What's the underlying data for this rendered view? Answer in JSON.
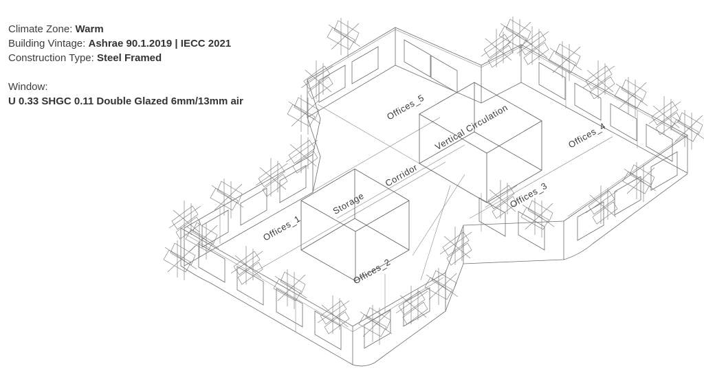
{
  "info_panel": {
    "climate_zone": {
      "label": "Climate Zone: ",
      "value": "Warm"
    },
    "building_vintage": {
      "label": "Building Vintage: ",
      "value": "Ashrae 90.1.2019 | IECC 2021"
    },
    "construction_type": {
      "label": "Construction Type: ",
      "value": "Steel Framed"
    },
    "window": {
      "label": "Window:",
      "value": "U 0.33 SHGC 0.11 Double Glazed 6mm/13mm air"
    }
  },
  "zones": {
    "offices_1": "Offices_1",
    "offices_2": "Offices_2",
    "offices_3": "Offices_3",
    "offices_4": "Offices_4",
    "offices_5": "Offices_5",
    "storage": "Storage",
    "corridor": "Corridor",
    "vertical_circulation": "Vertical Circulation"
  },
  "colors": {
    "line": "#6b6b6b",
    "text": "#3c3c3c",
    "background": "#ffffff"
  }
}
